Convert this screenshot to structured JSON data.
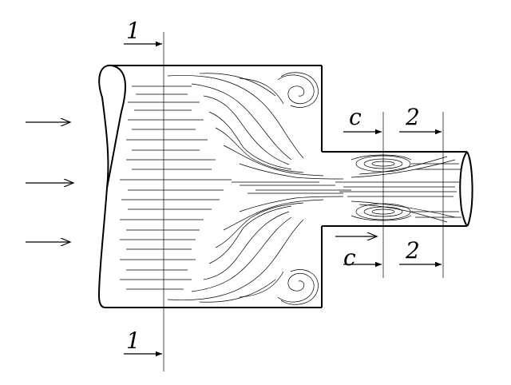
{
  "labels": {
    "section_1_top": "1",
    "section_1_bottom": "1",
    "section_c_top": "c",
    "section_c_bottom": "c",
    "section_2_top": "2",
    "section_2_bottom": "2"
  },
  "colors": {
    "ink": "#000000",
    "background": "#ffffff"
  }
}
